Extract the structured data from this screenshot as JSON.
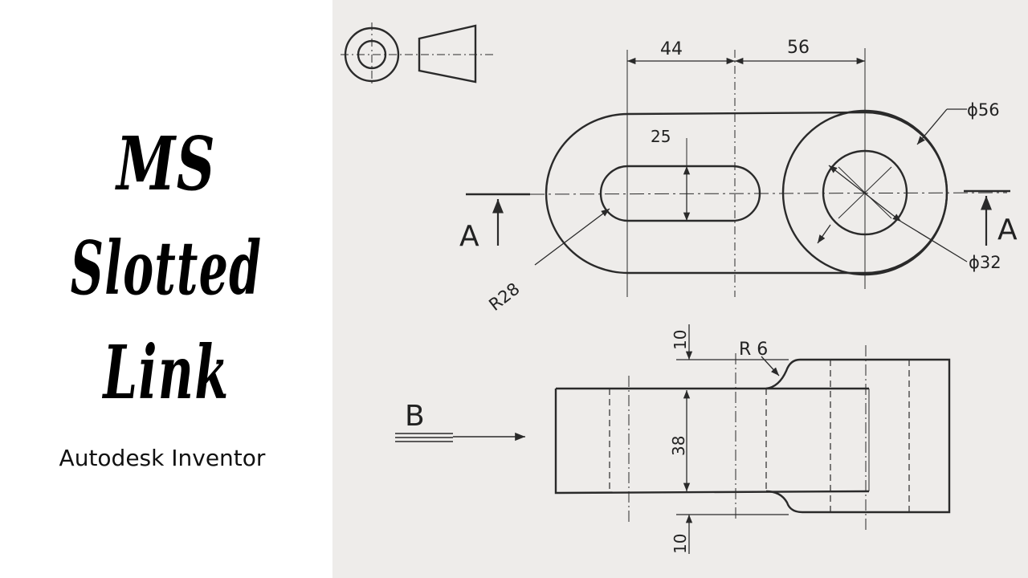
{
  "title": {
    "line1": "MS",
    "line2": "Slotted",
    "line3": "Link"
  },
  "subtitle": "Autodesk Inventor",
  "drawing": {
    "dim_44": "44",
    "dim_56": "56",
    "dim_25": "25",
    "dim_phi56": "ϕ56",
    "dim_phi32": "ϕ32",
    "dim_R28": "R28",
    "dim_R6": "R 6",
    "dim_10_top": "10",
    "dim_38": "38",
    "dim_10_bottom": "10",
    "section_A_left": "A",
    "section_A_right": "A",
    "view_B": "B"
  },
  "colors": {
    "paper": "#eeecea",
    "ink": "#2a2a2a",
    "page": "#ffffff"
  }
}
